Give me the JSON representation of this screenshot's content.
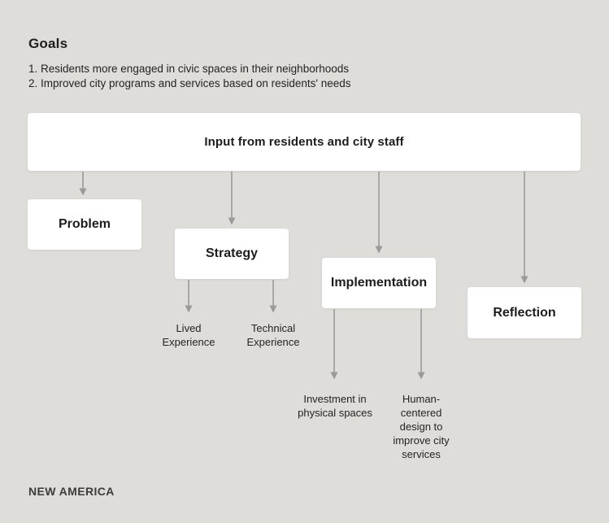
{
  "goals": {
    "heading": "Goals",
    "items": [
      "1. Residents more engaged in civic spaces in their neighborhoods",
      "2. Improved city programs and services based on residents' needs"
    ]
  },
  "flow": {
    "root_label": "Input from residents and city staff",
    "stages": [
      {
        "label": "Problem"
      },
      {
        "label": "Strategy"
      },
      {
        "label": "Implementation"
      },
      {
        "label": "Reflection"
      }
    ],
    "strategy_outputs": [
      {
        "label": "Lived Experience"
      },
      {
        "label": "Technical Experience"
      }
    ],
    "implementation_outputs": [
      {
        "label": "Investment in physical spaces"
      },
      {
        "label": "Human-centered design to improve city services"
      }
    ]
  },
  "footer": {
    "brand": "NEW AMERICA"
  },
  "colors": {
    "background": "#deddda",
    "box": "#ffffff",
    "arrow": "#9a9a9a",
    "text": "#1d1d1d",
    "brand": "#3c3c3c"
  }
}
